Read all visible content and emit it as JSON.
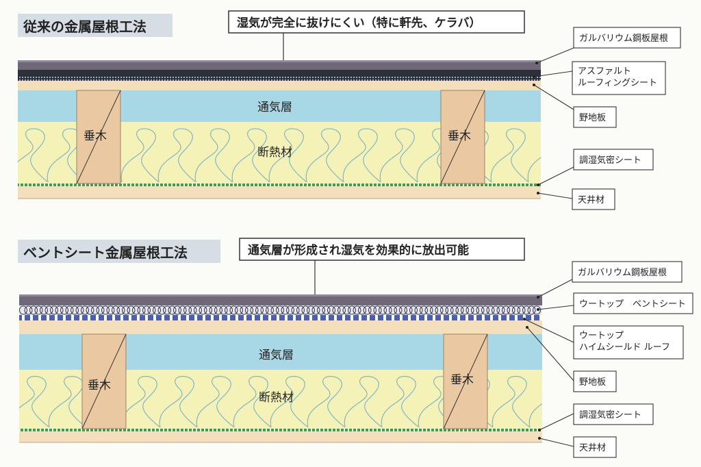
{
  "sections": [
    {
      "title": "従来の金属屋根工法",
      "callout": "湿気が完全に抜けにくい（特に軒先、ケラバ）",
      "inner_labels": {
        "ventilation": "通気層",
        "insulation": "断熱材",
        "rafter": "垂木"
      },
      "layer_labels": [
        "ガルバリウム鋼板屋根",
        "アスファルト\nルーフィングシート",
        "野地板",
        "調湿気密シート",
        "天井材"
      ]
    },
    {
      "title": "ベントシート金属屋根工法",
      "callout": "通気層が形成され湿気を効果的に放出可能",
      "inner_labels": {
        "ventilation": "通気層",
        "insulation": "断熱材",
        "rafter": "垂木"
      },
      "layer_labels": [
        "ガルバリウム鋼板屋根",
        "ウートップ　ベントシート",
        "ウートップ\nハイムシールド ルーフ",
        "野地板",
        "調湿気密シート",
        "天井材"
      ]
    }
  ],
  "colors": {
    "roof": "#6f6878",
    "roofing_sheet": "#2d2f3a",
    "sheathing": "#f4dfbd",
    "ventilation": "#a8d8e6",
    "insulation": "#f5f2b8",
    "rafter": "#eac9a2",
    "vapor_sheet": "#3c9e4a",
    "ceiling": "#f4dfbd",
    "vent_sheet": "#4c5fb0"
  }
}
